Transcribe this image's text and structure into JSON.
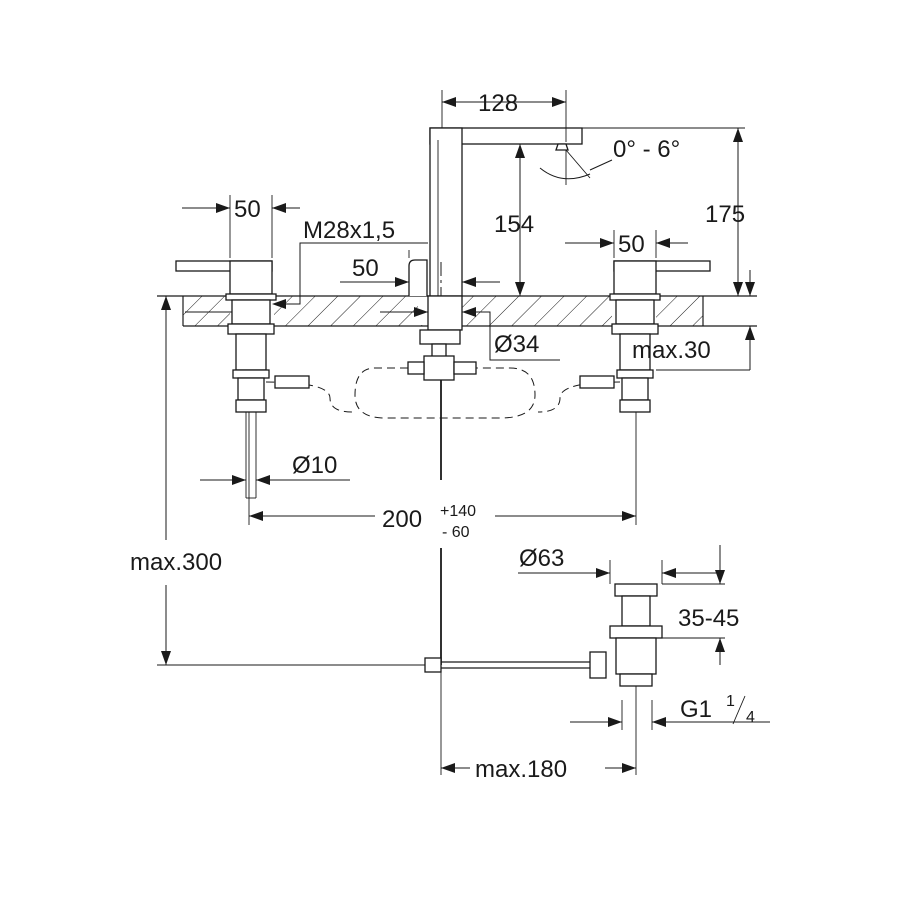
{
  "diagram": {
    "title": "Basin mixer 3-hole dimensional drawing",
    "dimensions": {
      "spout_reach": "128",
      "spout_angle": "0° - 6°",
      "total_height": "175",
      "spout_height": "154",
      "left_handle_width": "50",
      "thread": "M28x1,5",
      "center_offset": "50",
      "right_handle_width": "50",
      "spout_base_diameter": "Ø34",
      "deck_thickness": "max.30",
      "hose_diameter": "Ø10",
      "center_distance": "200",
      "center_tolerance_plus": "+140",
      "center_tolerance_minus": "-  60",
      "installation_depth": "max.300",
      "waste_diameter": "Ø63",
      "waste_range": "35-45",
      "waste_thread_main": "G1",
      "waste_thread_num": "1",
      "waste_thread_den": "4",
      "waste_offset": "max.180"
    }
  }
}
